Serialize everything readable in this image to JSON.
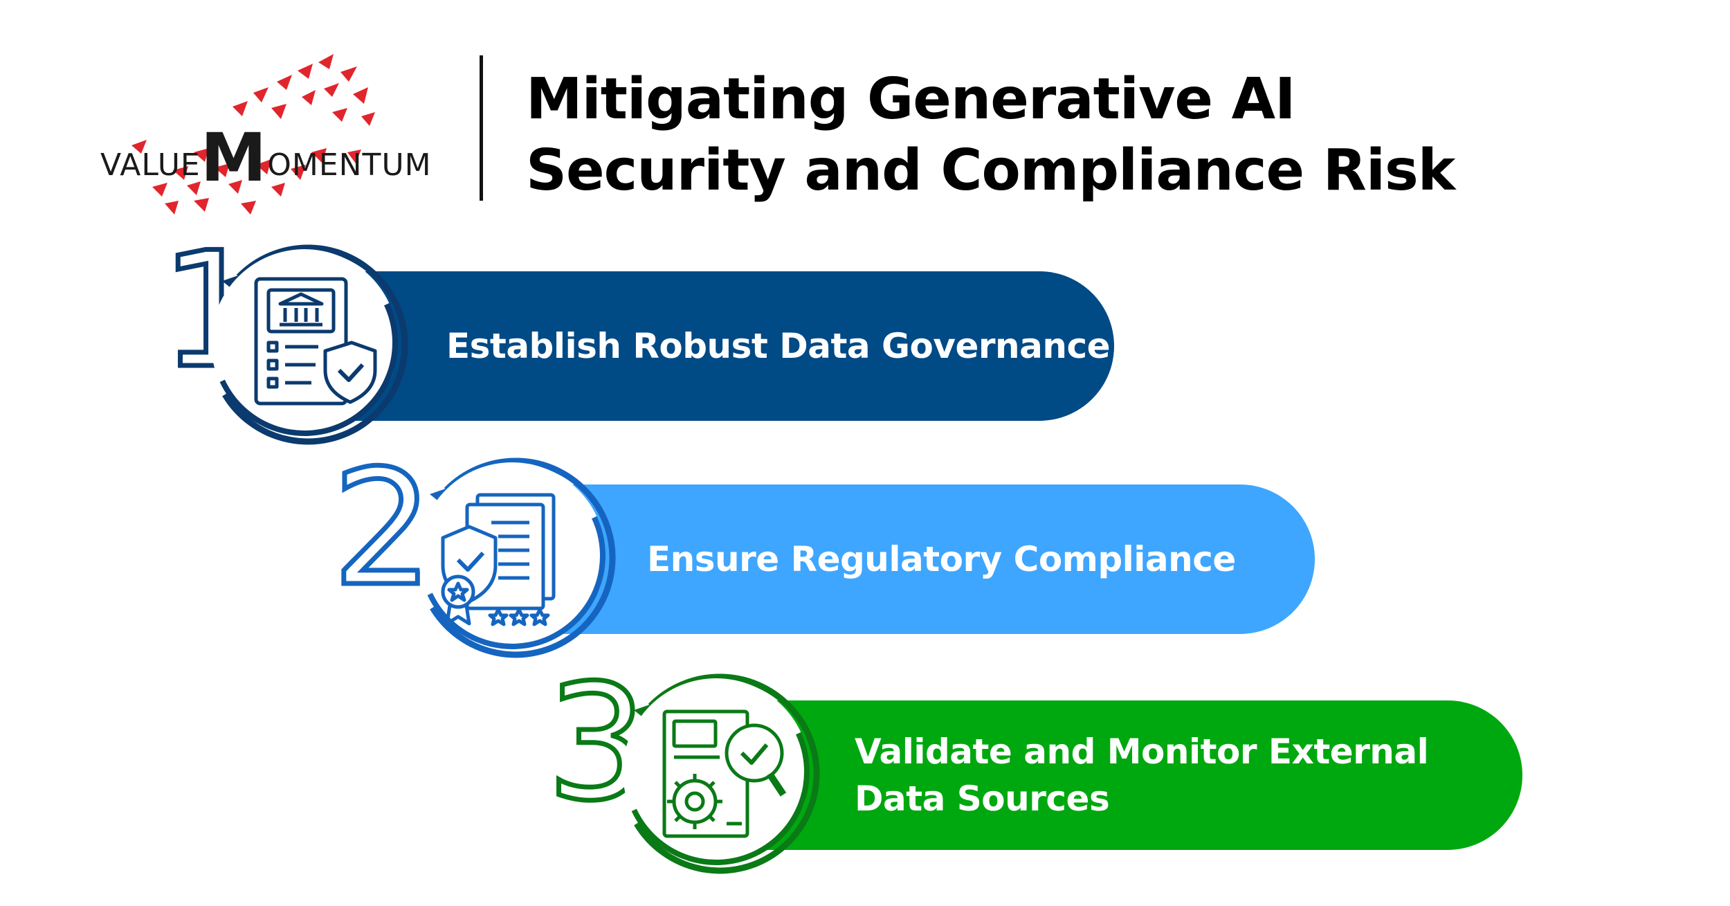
{
  "logo": {
    "text_prefix": "VALUE",
    "text_m": "M",
    "text_suffix": "OMENTUM",
    "triangle_color": "#e0262c"
  },
  "title": {
    "line1": "Mitigating Generative AI",
    "line2": "Security and Compliance Risk"
  },
  "steps": [
    {
      "number": "1",
      "lines": [
        "Establish Robust Data Governance"
      ],
      "color": "#004a86",
      "icon": "bank-document-shield-icon"
    },
    {
      "number": "2",
      "lines": [
        "Ensure Regulatory Compliance"
      ],
      "color": "#3ea6ff",
      "icon": "certificate-badge-icon"
    },
    {
      "number": "3",
      "lines": [
        "Validate and Monitor External",
        "Data Sources"
      ],
      "color": "#00a80f",
      "icon": "gear-magnifier-check-icon"
    }
  ]
}
